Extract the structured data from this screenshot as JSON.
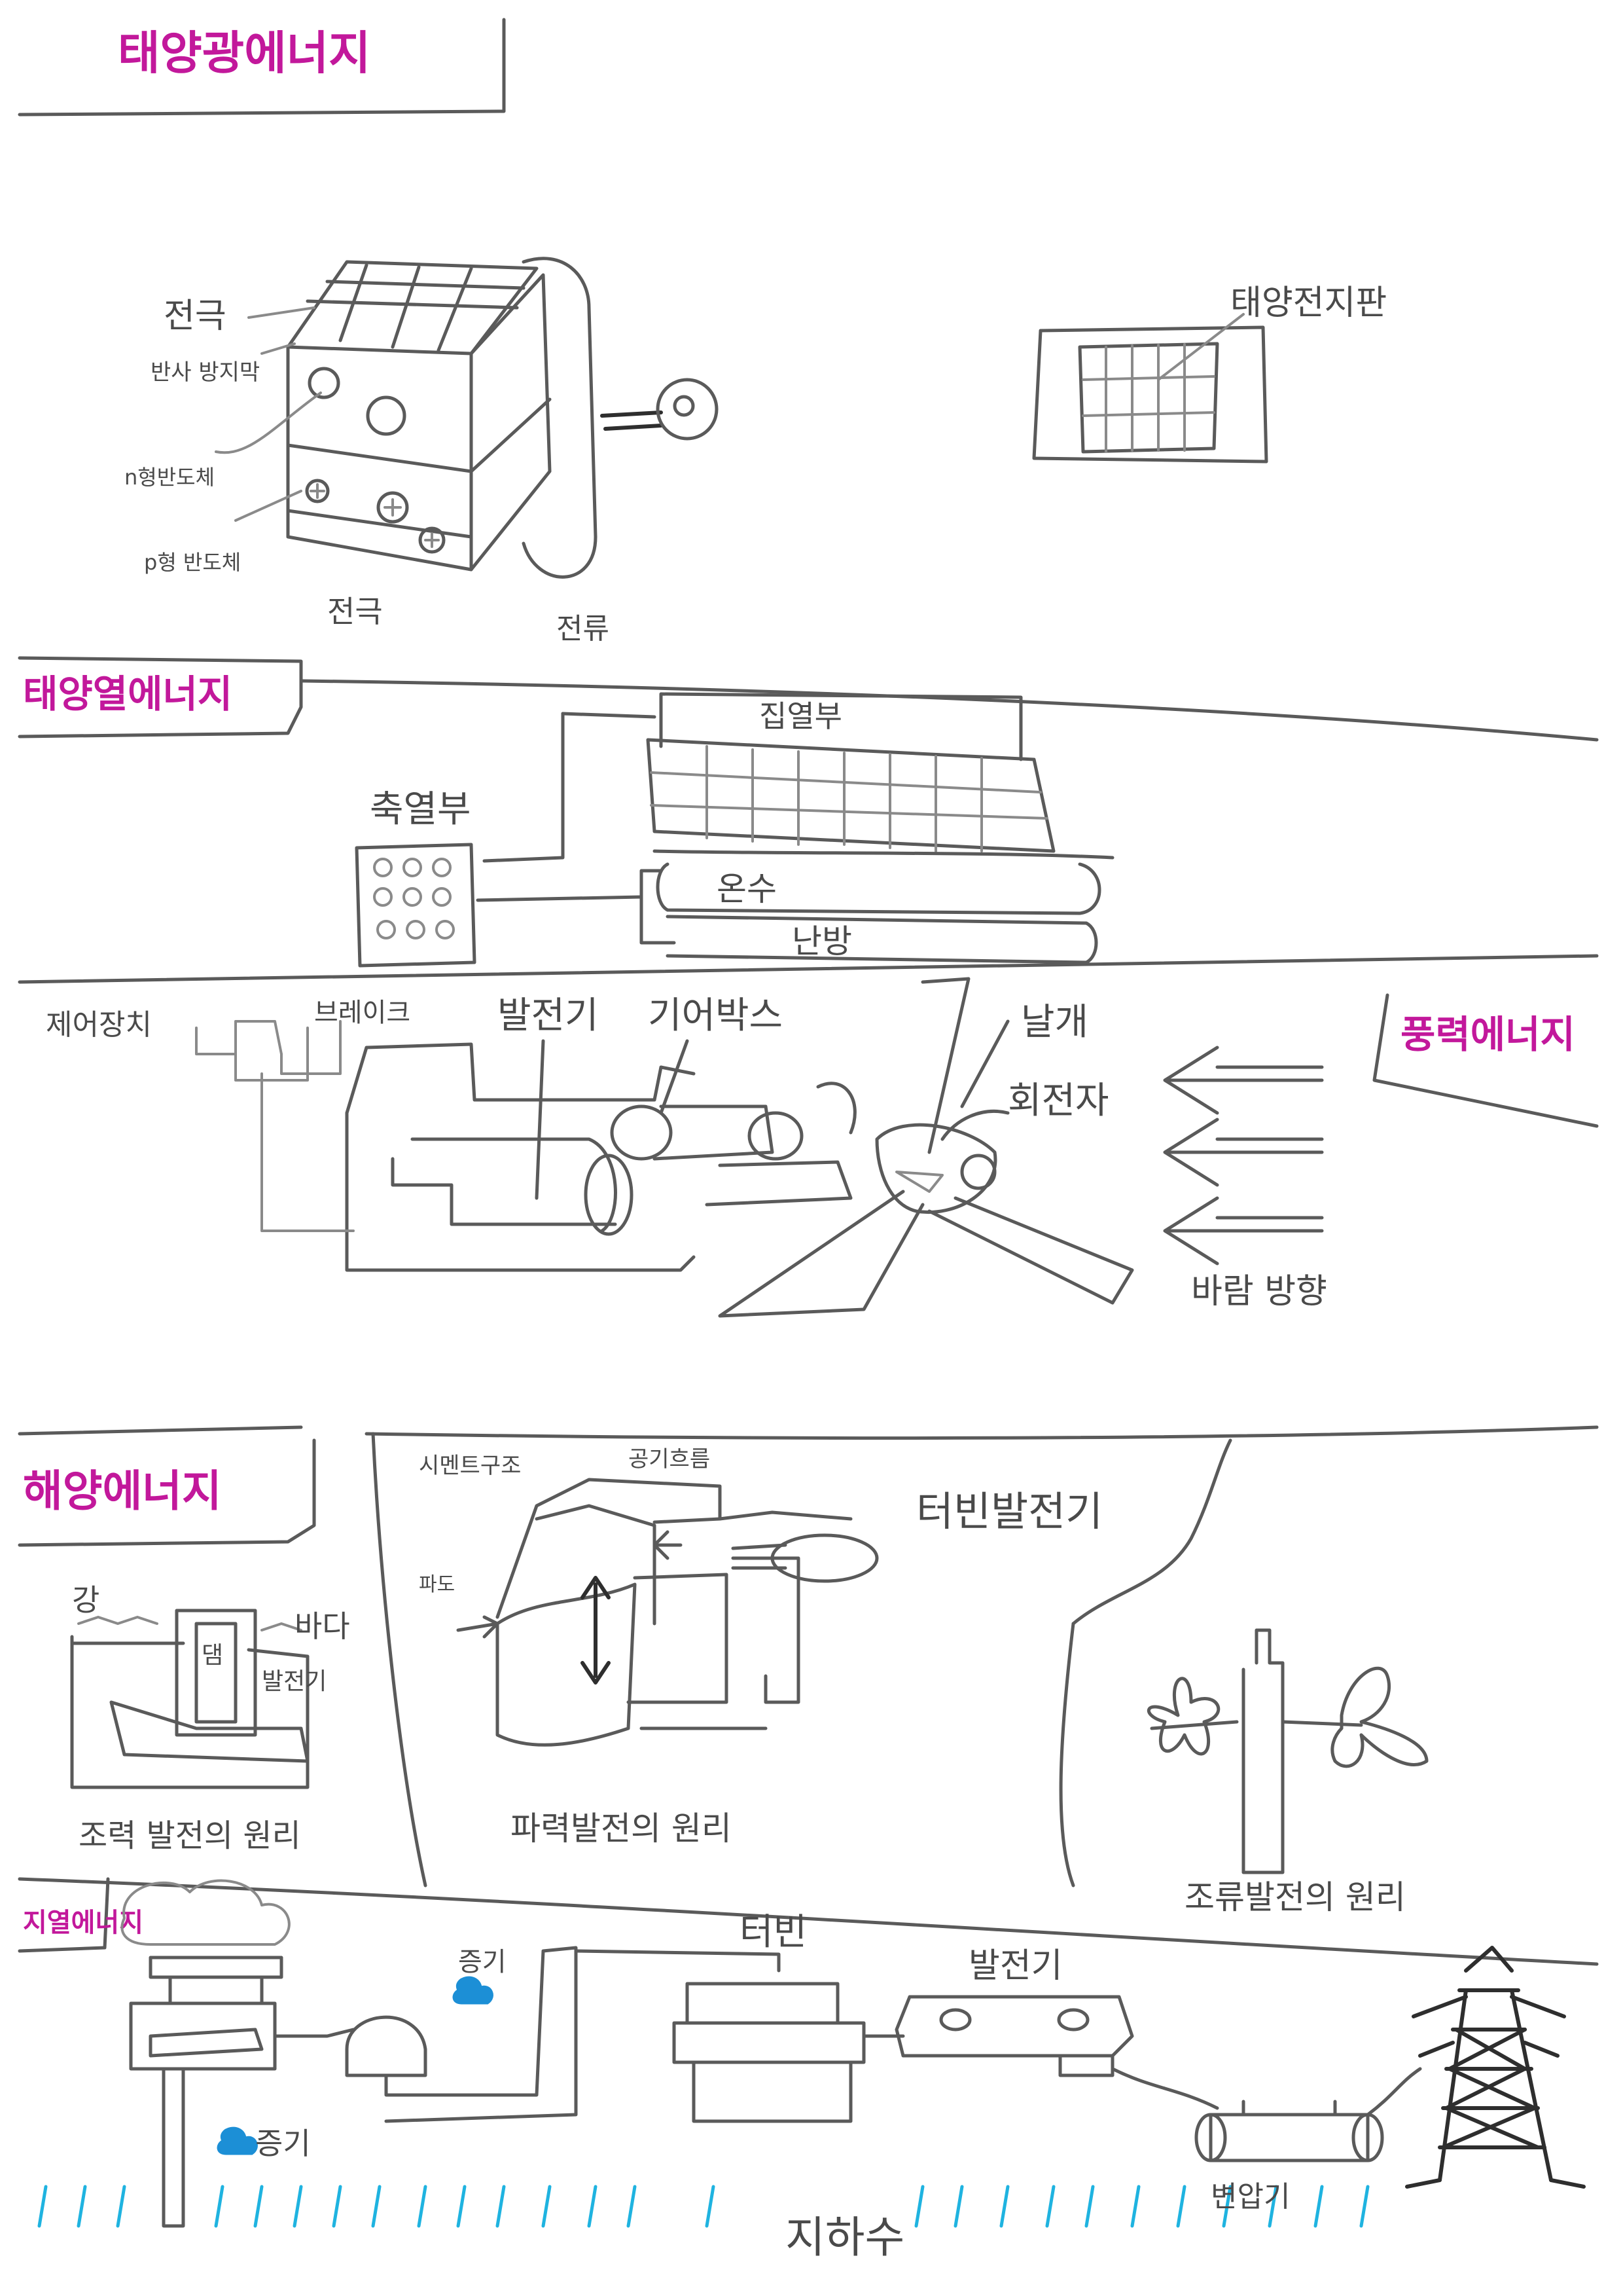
{
  "colors": {
    "pencil": "#4a4a4a",
    "title_marker": "#c2189b",
    "water_marker": "#1fb3e0",
    "steam_marker": "#1c8fd6"
  },
  "sections": {
    "solar_pv": {
      "title": "태양광에너지",
      "labels": {
        "electrode_top": "전극",
        "anti_reflection": "반사 방지막",
        "n_type": "n형반도체",
        "p_type": "p형 반도체",
        "electrode_bottom": "전극",
        "current": "전류",
        "panel": "태양전지판"
      }
    },
    "solar_thermal": {
      "title": "태양열에너지",
      "labels": {
        "collector": "집열부",
        "storage": "축열부",
        "hot_water": "온수",
        "heating": "난방"
      }
    },
    "wind": {
      "title": "풍력에너지",
      "labels": {
        "controller": "제어장치",
        "brake": "브레이크",
        "generator": "발전기",
        "gearbox": "기어박스",
        "blade": "날개",
        "rotor": "회전자",
        "wind_direction": "바람 방향"
      }
    },
    "ocean": {
      "title": "해양에너지",
      "labels": {
        "river": "강",
        "sea": "바다",
        "dam": "댐",
        "generator": "발전기",
        "tidal_principle": "조력 발전의 원리",
        "cement": "시멘트구조",
        "air_flow": "공기흐름",
        "wave": "파도",
        "turbine_generator": "터빈발전기",
        "wave_principle": "파력발전의 원리",
        "current_principle": "조류발전의 원리"
      }
    },
    "geothermal": {
      "title": "지열에너지",
      "labels": {
        "steam": "증기",
        "exhaust": "증기",
        "turbine": "터빈",
        "generator": "발전기",
        "transformer": "변압기",
        "reservoir": "지하수"
      }
    }
  }
}
